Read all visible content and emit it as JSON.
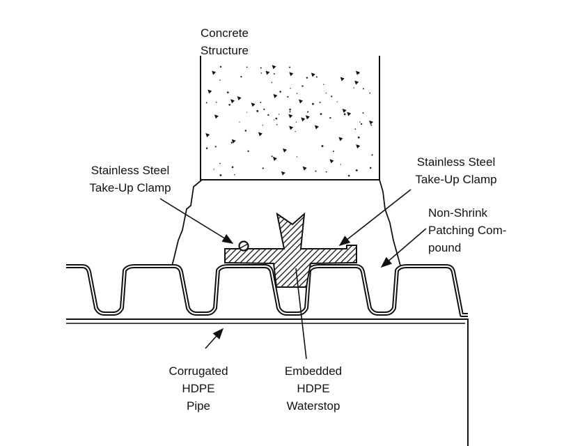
{
  "labels": {
    "concrete": [
      "Concrete",
      "Structure"
    ],
    "clamp_left": [
      "Stainless Steel",
      "Take-Up Clamp"
    ],
    "clamp_right": [
      "Stainless Steel",
      "Take-Up Clamp"
    ],
    "patching": [
      "Non-Shrink",
      "Patching Com-",
      "pound"
    ],
    "pipe": [
      "Corrugated",
      "HDPE",
      "Pipe"
    ],
    "waterstop": [
      "Embedded",
      "HDPE",
      "Waterstop"
    ]
  },
  "colors": {
    "line": "#111111",
    "background": "#ffffff"
  }
}
